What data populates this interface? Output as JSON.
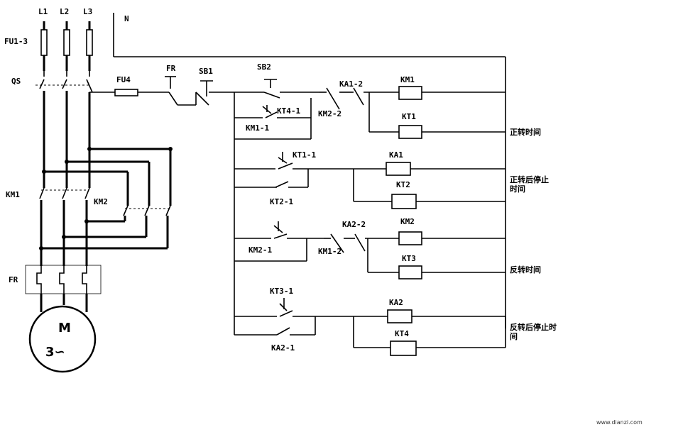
{
  "labels": {
    "L1": "L1",
    "L2": "L2",
    "L3": "L3",
    "N": "N",
    "FU13": "FU1-3",
    "QS": "QS",
    "FU4": "FU4",
    "FR_ctrl": "FR",
    "SB1": "SB1",
    "SB2": "SB2",
    "KA1_2": "KA1-2",
    "KM2_2": "KM2-2",
    "KT4_1": "KT4-1",
    "KM1_1": "KM1-1",
    "KM1": "KM1",
    "KT1": "KT1",
    "KT1_1": "KT1-1",
    "KT2_1": "KT2-1",
    "KA1": "KA1",
    "KT2": "KT2",
    "KA2_2": "KA2-2",
    "KM2_1": "KM2-1",
    "KM1_2": "KM1-2",
    "KM2": "KM2",
    "KT3": "KT3",
    "KT3_1": "KT3-1",
    "KA2_1": "KA2-1",
    "KA2": "KA2",
    "KT4": "KT4",
    "KM1_main": "KM1",
    "KM2_main": "KM2",
    "FR_main": "FR",
    "motor_M": "M",
    "motor_3": "3∽"
  },
  "annotations": {
    "fwd_time": "正转时间",
    "fwd_stop_1": "正转后停止",
    "fwd_stop_2": "时间",
    "rev_time": "反转时间",
    "rev_stop_1": "反转后停止时",
    "rev_stop_2": "间"
  },
  "watermark": "www.dianzi.com"
}
